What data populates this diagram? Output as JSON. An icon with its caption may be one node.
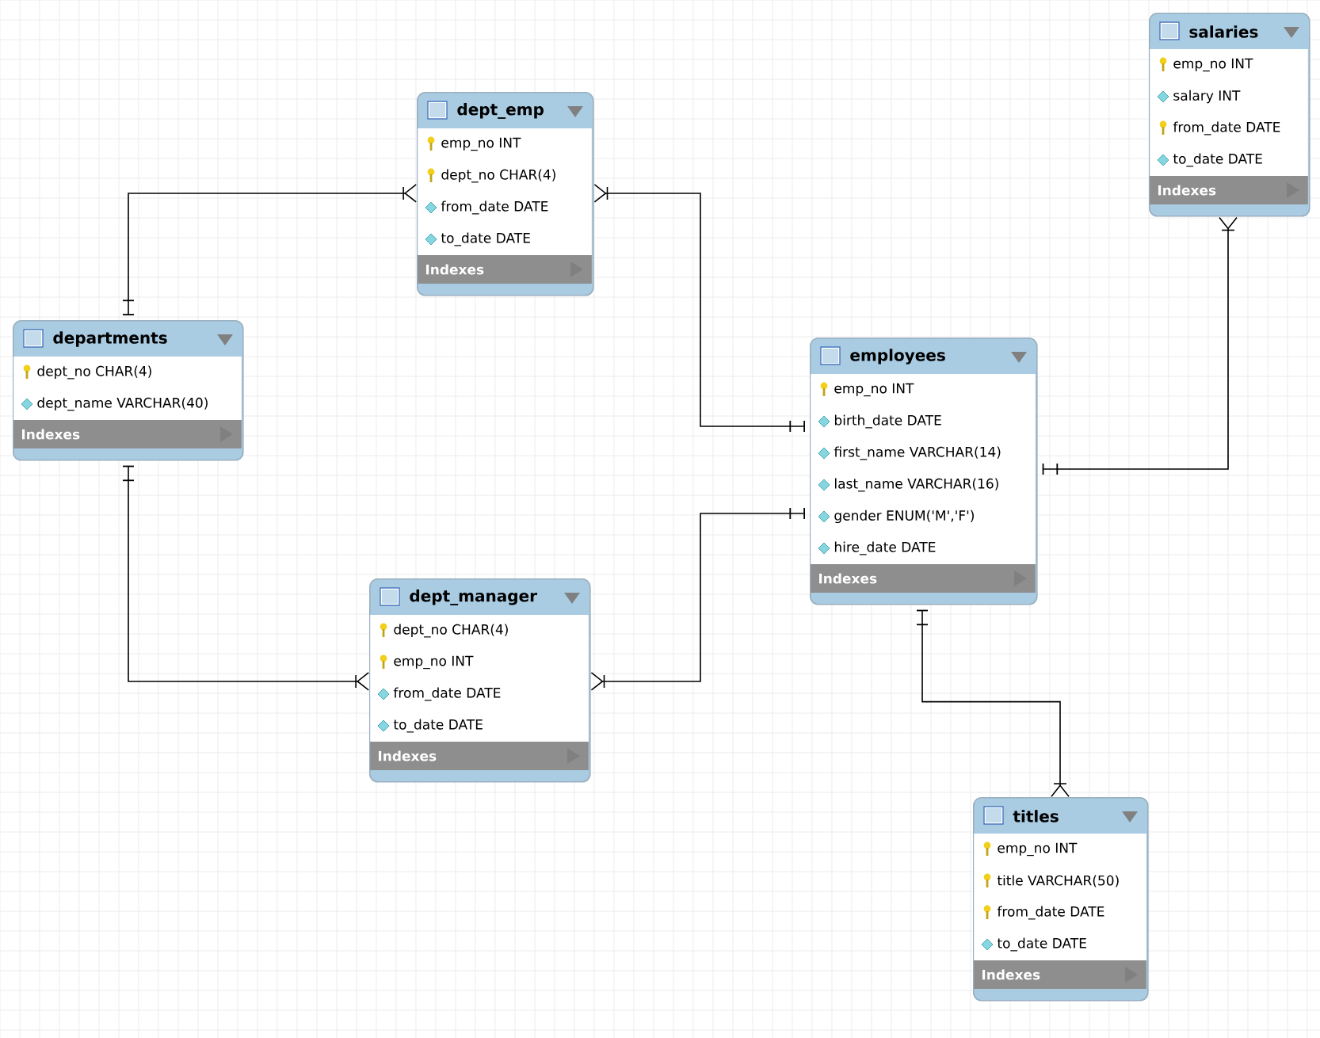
{
  "diagram": {
    "nodes": [
      {
        "text": [
          "salaries",
          "emp_no INT",
          "salary INT",
          "from_date DATE",
          "to_date DATE",
          "Indexes"
        ]
      },
      {
        "text": [
          "dept_emp",
          "emp_no INT",
          "dept_no CHAR(4)",
          "from_date DATE",
          "to_date DATE",
          "Indexes"
        ]
      },
      {
        "text": [
          "departments",
          "dept_no CHAR(4)",
          "dept_name VARCHAR(40)",
          "Indexes"
        ]
      },
      {
        "text": [
          "employees",
          "emp_no INT",
          "birth_date DATE",
          "first_name VARCHAR(14)",
          "last_name VARCHAR(16)",
          "gender ENUM('M','F')",
          "hire_date DATE",
          "Indexes"
        ]
      },
      {
        "text": [
          "dept_manager",
          "dept_no CHAR(4)",
          "emp_no INT",
          "from_date DATE",
          "to_date DATE",
          "Indexes"
        ]
      },
      {
        "text": [
          "titles",
          "emp_no INT",
          "title VARCHAR(50)",
          "from_date DATE",
          "to_date DATE",
          "Indexes"
        ]
      }
    ],
    "edges": [
      {
        "from": 2,
        "to": 1,
        "arrow": "other"
      },
      {
        "from": 3,
        "to": 1,
        "arrow": "other"
      },
      {
        "from": 2,
        "to": 4,
        "arrow": "other"
      },
      {
        "from": 3,
        "to": 4,
        "arrow": "other"
      },
      {
        "from": 3,
        "to": 0,
        "arrow": "other"
      },
      {
        "from": 3,
        "to": 5,
        "arrow": "other"
      }
    ]
  }
}
